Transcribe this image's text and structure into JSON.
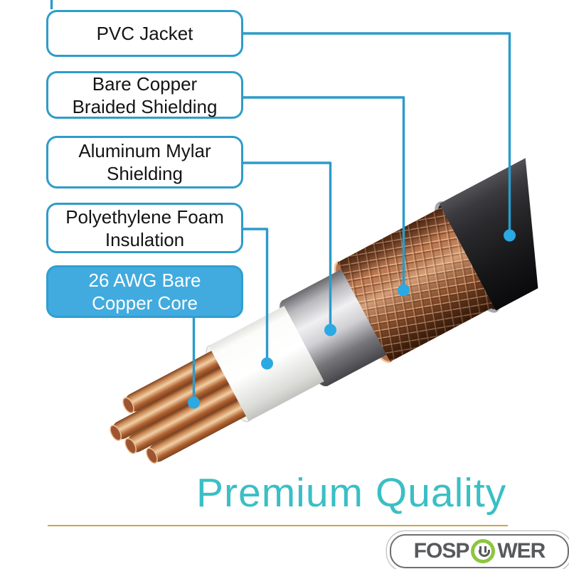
{
  "callouts": [
    {
      "label": "PVC Jacket",
      "highlighted": false
    },
    {
      "label": "Bare Copper Braided Shielding",
      "highlighted": false
    },
    {
      "label": "Aluminum Mylar Shielding",
      "highlighted": false
    },
    {
      "label": "Polyethylene Foam Insulation",
      "highlighted": false
    },
    {
      "label": "26 AWG Bare Copper Core",
      "highlighted": true
    }
  ],
  "footer": {
    "tagline": "Premium Quality",
    "logo_text_left": "FOSP",
    "logo_text_right": "WER",
    "logo_icon": "power-outlet-icon"
  },
  "colors": {
    "leader": "#2b9bca",
    "leader_dot": "#2aa9e2",
    "callout_border": "#2f9cc9",
    "callout_highlight_fill": "#41abdf",
    "callout_highlight_text": "#ffffff",
    "tagline": "#3abfc5",
    "divider": "#cfa54f",
    "logo_green": "#8dc63f",
    "logo_gray": "#58595b"
  }
}
